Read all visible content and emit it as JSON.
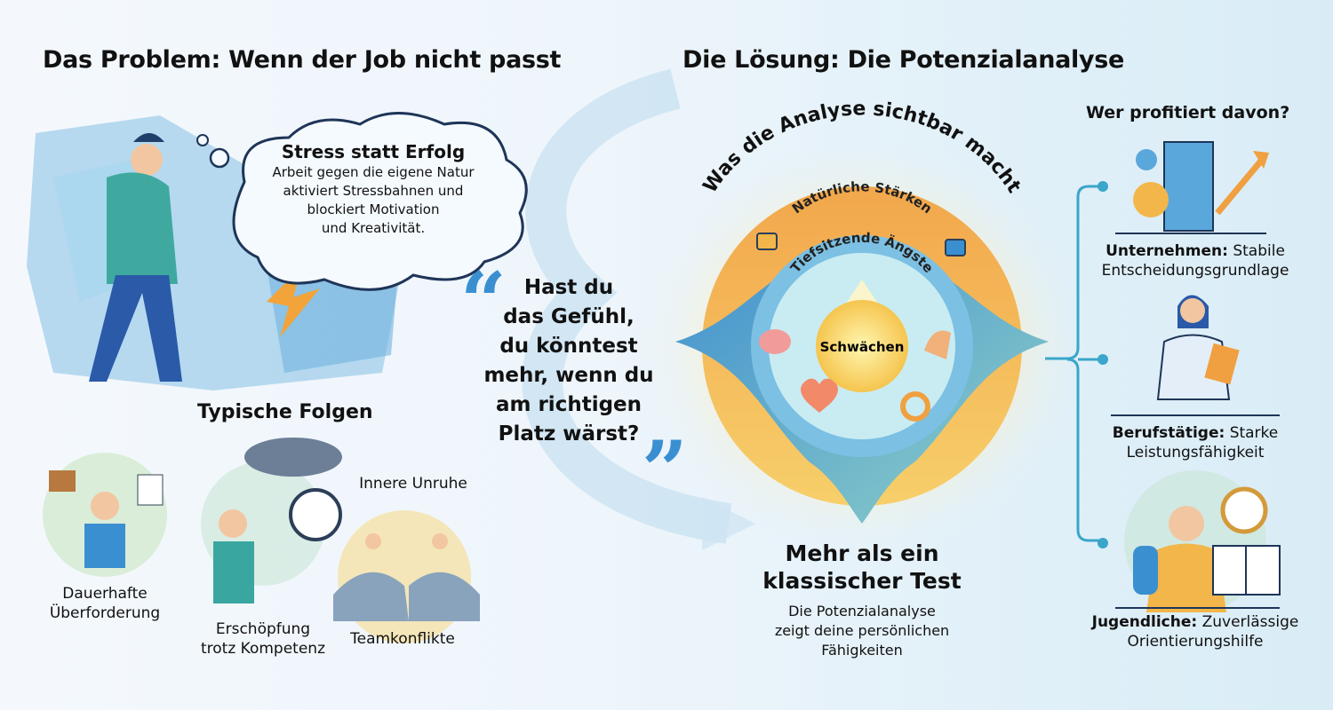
{
  "left": {
    "title": "Das Problem: Wenn der Job nicht passt",
    "bubble": {
      "heading": "Stress statt Erfolg",
      "lines": [
        "Arbeit gegen die eigene Natur",
        "aktiviert Stressbahnen und",
        "blockiert Motivation",
        "und Kreativität."
      ]
    },
    "consequences_title": "Typische Folgen",
    "consequences": [
      {
        "lines": [
          "Dauerhafte",
          "Überforderung"
        ]
      },
      {
        "lines": [
          "Erschöpfung",
          "trotz Kompetenz"
        ]
      },
      {
        "lines": [
          "Innere Unruhe"
        ]
      },
      {
        "lines": [
          "Teamkonflikte"
        ]
      }
    ]
  },
  "quote": {
    "lines": [
      "Hast du",
      "das Gefühl,",
      "du könntest",
      "mehr, wenn du",
      "am richtigen",
      "Platz wärst?"
    ],
    "open_mark": "“",
    "close_mark": "”"
  },
  "right": {
    "title": "Die Lösung: Die Potenzialanalyse",
    "diagram": {
      "arc_title": "Was die Analyse sichtbar macht",
      "ring_outer": "Natürliche Stärken",
      "ring_middle": "Tiefsitzende Ängste",
      "center": "Schwächen",
      "icons": [
        "lock-icon",
        "question-lock-icon",
        "brain-icon",
        "muscle-icon",
        "heart-icon",
        "gear-icon"
      ]
    },
    "test": {
      "heading_lines": [
        "Mehr als ein",
        "klassischer Test"
      ],
      "lines": [
        "Die Potenzialanalyse",
        "zeigt deine persönlichen",
        "Fähigkeiten"
      ]
    },
    "beneficiaries": {
      "title": "Wer profitiert davon?",
      "items": [
        {
          "label": "Unternehmen:",
          "text": "Stabile",
          "line2": "Entscheidungsgrundlage"
        },
        {
          "label": "Berufstätige:",
          "text": "Starke",
          "line2": "Leistungsfähigkeit"
        },
        {
          "label": "Jugendliche:",
          "text": "Zuverlässige",
          "line2": "Orientierungshilfe"
        }
      ]
    }
  },
  "colors": {
    "accent_blue": "#3a8fd1",
    "orange": "#f0a64a",
    "yellow": "#f7d66a",
    "teal": "#3aa6c9"
  }
}
